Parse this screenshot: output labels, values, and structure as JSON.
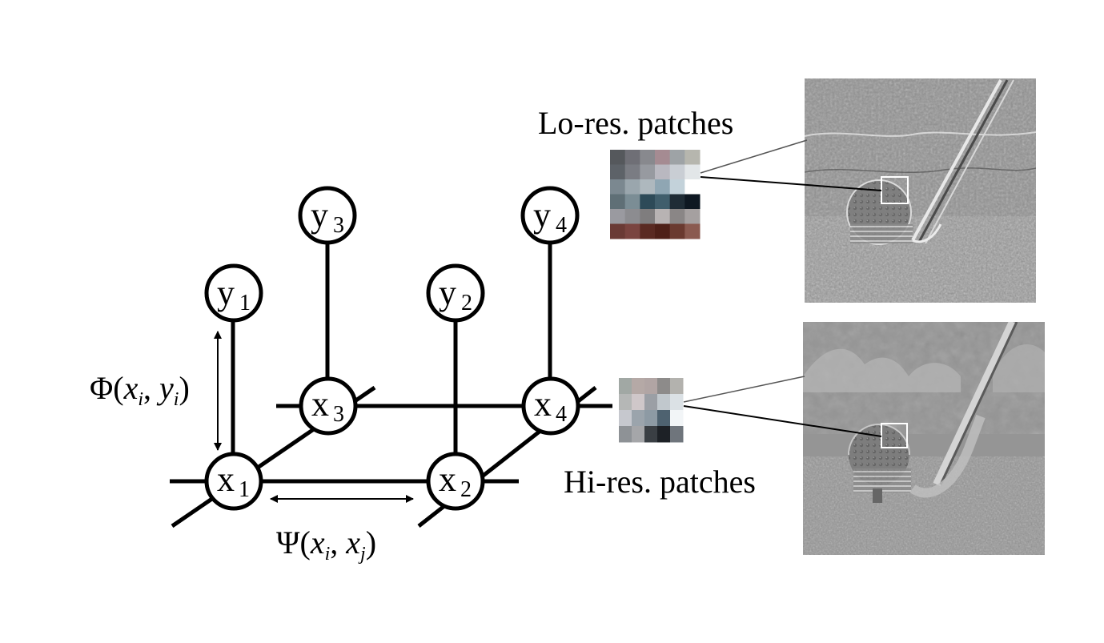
{
  "nodes": {
    "x1": {
      "base": "x",
      "sub": "1"
    },
    "x2": {
      "base": "x",
      "sub": "2"
    },
    "x3": {
      "base": "x",
      "sub": "3"
    },
    "x4": {
      "base": "x",
      "sub": "4"
    },
    "y1": {
      "base": "y",
      "sub": "1"
    },
    "y2": {
      "base": "y",
      "sub": "2"
    },
    "y3": {
      "base": "y",
      "sub": "3"
    },
    "y4": {
      "base": "y",
      "sub": "4"
    }
  },
  "phi_label": {
    "fn": "Φ(",
    "a": "x",
    "a_sub": "i",
    "sep": ", ",
    "b": "y",
    "b_sub": "i",
    "close": ")"
  },
  "psi_label": {
    "fn": "Ψ(",
    "a": "x",
    "a_sub": "i",
    "sep": ", ",
    "b": "x",
    "b_sub": "j",
    "close": ")"
  },
  "lo_res_label": "Lo-res. patches",
  "hi_res_label": "Hi-res. patches",
  "colors": {
    "lo_patch": [
      [
        "#55585c",
        "#6f6f76",
        "#88898e",
        "#a58b92",
        "#9ea3a6",
        "#b6b6ae"
      ],
      [
        "#5d6268",
        "#7a7c83",
        "#979aa0",
        "#b9b8c0",
        "#c9ced4",
        "#e2e6e8"
      ],
      [
        "#7b8890",
        "#9aa6ad",
        "#aeb8be",
        "#8fa6b3",
        "#c3d2da",
        "#ffffff"
      ],
      [
        "#5f6f76",
        "#7b8d95",
        "#2d4a58",
        "#405e6c",
        "#1f2c36",
        "#0e1822"
      ],
      [
        "#9a9aa0",
        "#8c8c90",
        "#7f7d7e",
        "#b8b3b3",
        "#8a8686",
        "#a5a0a0"
      ],
      [
        "#6a3a35",
        "#7a4440",
        "#5a2a22",
        "#4e2018",
        "#6a3a30",
        "#8a5a50"
      ]
    ],
    "hi_patch": [
      [
        "#a1a8a4",
        "#b5a9a6",
        "#b1a5a4",
        "#8d8b8a",
        "#b3b2ae"
      ],
      [
        "#b5b7b6",
        "#cfc7c9",
        "#9b9fa5",
        "#c1c8cd",
        "#dbe1e5"
      ],
      [
        "#c6c8ce",
        "#9ba4ac",
        "#8d9aa4",
        "#4e6270",
        "#f2f5f7"
      ],
      [
        "#8e9296",
        "#a5a6a9",
        "#3a3f44",
        "#1d2126",
        "#6f757c"
      ]
    ]
  }
}
